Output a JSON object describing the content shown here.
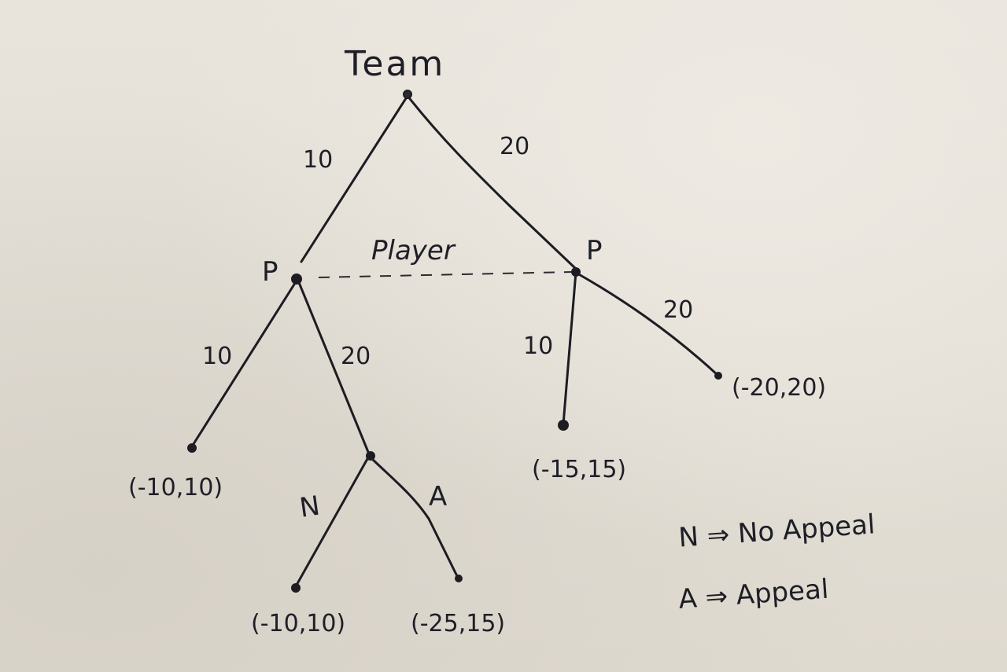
{
  "colors": {
    "paper": "#e4dfd6",
    "ink": "#1c1c22"
  },
  "tree": {
    "root_label": "Team",
    "info_set_label": "Player",
    "player_left_label": "P",
    "player_right_label": "P",
    "team_edge_left": "10",
    "team_edge_right": "20",
    "left_p_edge_left": "10",
    "left_p_edge_right": "20",
    "right_p_edge_left": "10",
    "right_p_edge_right": "20",
    "appeal_edge_left": "N",
    "appeal_edge_right": "A",
    "payoff_left": "(-10,10)",
    "payoff_no_appeal": "(-10,10)",
    "payoff_appeal": "(-25,15)",
    "payoff_right_10": "(-15,15)",
    "payoff_right_20": "(-20,20)"
  },
  "legend": {
    "line1": "N ⇒ No Appeal",
    "line2": "A ⇒ Appeal"
  }
}
